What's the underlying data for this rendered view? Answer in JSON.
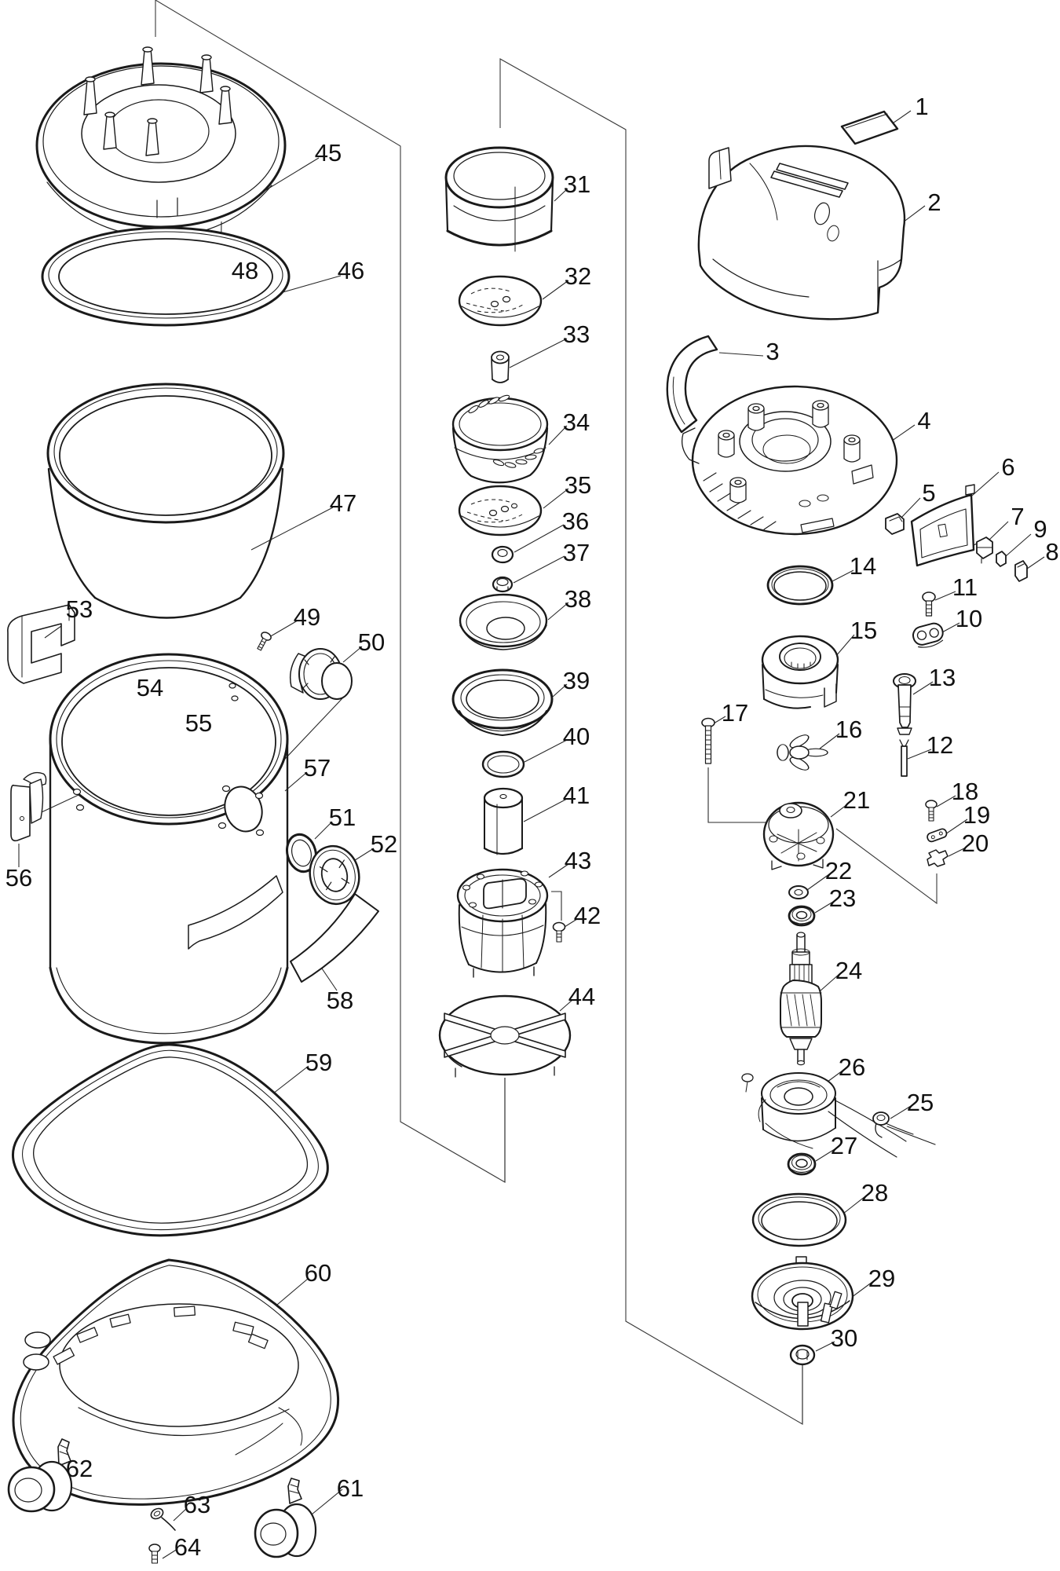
{
  "colors": {
    "ink": "#1a1a1a",
    "background": "#ffffff"
  },
  "labels": {
    "1": "1",
    "2": "2",
    "3": "3",
    "4": "4",
    "5": "5",
    "6": "6",
    "7": "7",
    "8": "8",
    "9": "9",
    "10": "10",
    "11": "11",
    "12": "12",
    "13": "13",
    "14": "14",
    "15": "15",
    "16": "16",
    "17": "17",
    "18": "18",
    "19": "19",
    "20": "20",
    "21": "21",
    "22": "22",
    "23": "23",
    "24": "24",
    "25": "25",
    "26": "26",
    "27": "27",
    "28": "28",
    "29": "29",
    "30": "30",
    "31": "31",
    "32": "32",
    "33": "33",
    "34": "34",
    "35": "35",
    "36": "36",
    "37": "37",
    "38": "38",
    "39": "39",
    "40": "40",
    "41": "41",
    "42": "42",
    "43": "43",
    "44": "44",
    "45": "45",
    "46": "46",
    "47": "47",
    "48": "48",
    "49": "49",
    "50": "50",
    "51": "51",
    "52": "52",
    "53": "53",
    "54": "54",
    "55": "55",
    "56": "56",
    "57": "57",
    "58": "58",
    "59": "59",
    "60": "60",
    "61": "61",
    "62": "62",
    "63": "63",
    "64": "64"
  }
}
